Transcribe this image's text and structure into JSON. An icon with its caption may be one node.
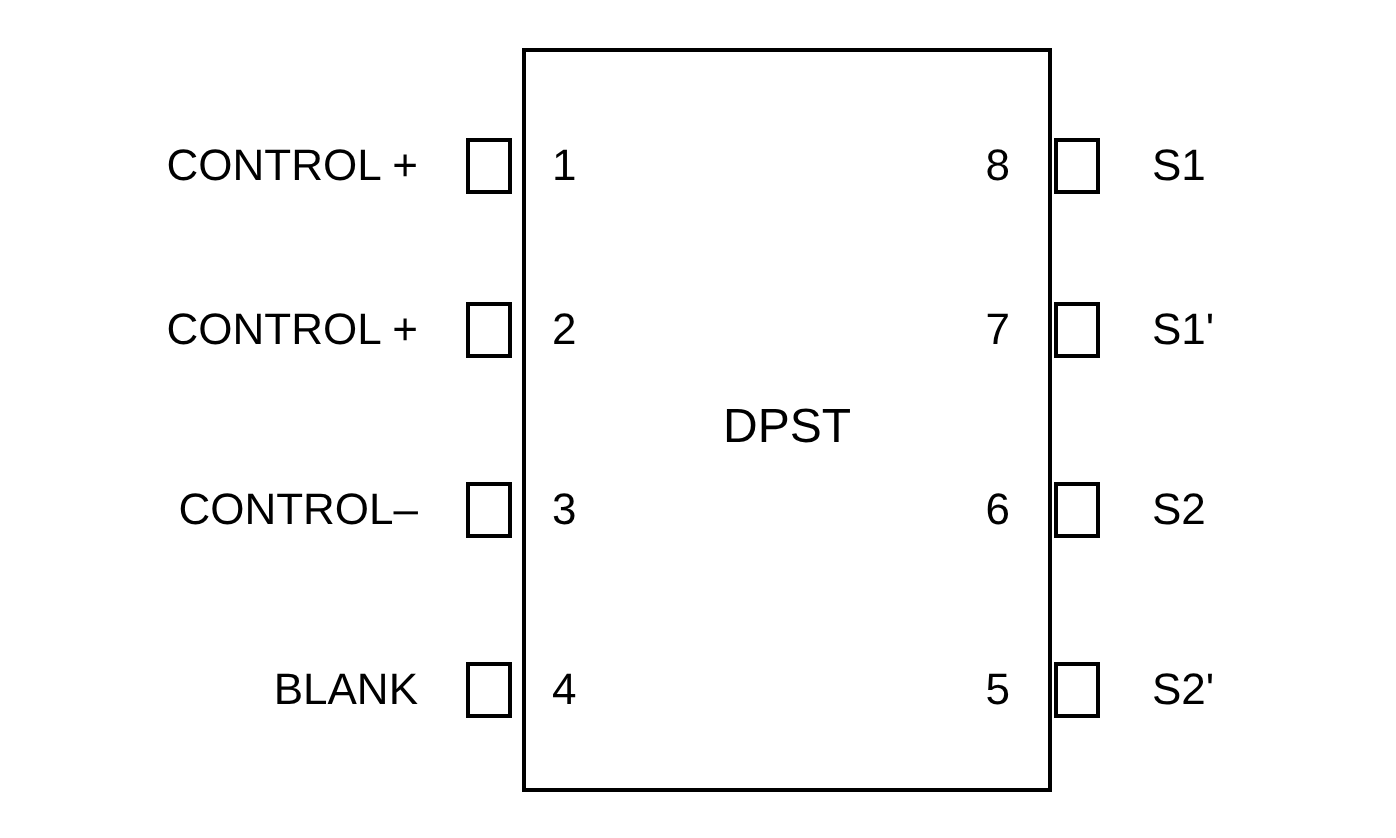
{
  "diagram": {
    "nodes": [
      {
        "text": [
          "DPST"
        ]
      },
      {
        "text": [],
        "shape": "box"
      },
      {
        "text": [],
        "shape": "box"
      },
      {
        "text": [],
        "shape": "box"
      },
      {
        "text": [],
        "shape": "box"
      },
      {
        "text": [],
        "shape": "box"
      },
      {
        "text": [],
        "shape": "box"
      },
      {
        "text": [],
        "shape": "box"
      },
      {
        "text": [],
        "shape": "box"
      }
    ],
    "edges": [],
    "labels": [
      "CONTROL +",
      "1",
      "8",
      "S1",
      "CONTROL +",
      "2",
      "7",
      "S1'",
      "CONTROL–",
      "3",
      "6",
      "S2",
      "BLANK",
      "4",
      "5",
      "S2'"
    ]
  }
}
